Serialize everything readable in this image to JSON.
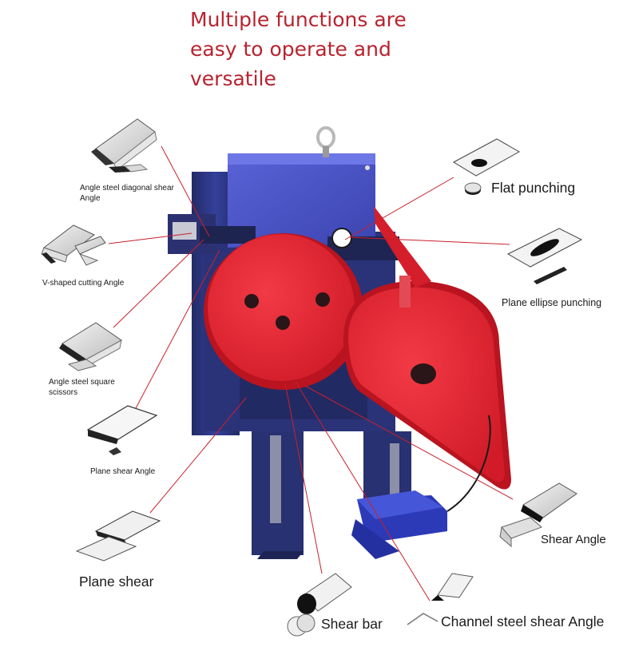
{
  "headline": {
    "line1": "Multiple functions are",
    "line2": "easy to operate and",
    "line3": "versatile"
  },
  "functions": {
    "angle_diagonal_line1": "Angle steel diagonal shear",
    "angle_diagonal_line2": "Angle",
    "v_shaped": "V-shaped cutting Angle",
    "angle_square_line1": "Angle steel square",
    "angle_square_line2": "scissors",
    "plane_shear_angle": "Plane shear Angle",
    "plane_shear": "Plane shear",
    "shear_bar": "Shear bar",
    "channel_steel": "Channel steel shear Angle",
    "shear_angle": "Shear Angle",
    "plane_ellipse": "Plane ellipse punching",
    "flat_punching": "Flat punching"
  },
  "colors": {
    "headline": "#b8232f",
    "machine_body": "#2f3a86",
    "machine_red": "#e0222f",
    "callout_line": "#c9202c"
  }
}
